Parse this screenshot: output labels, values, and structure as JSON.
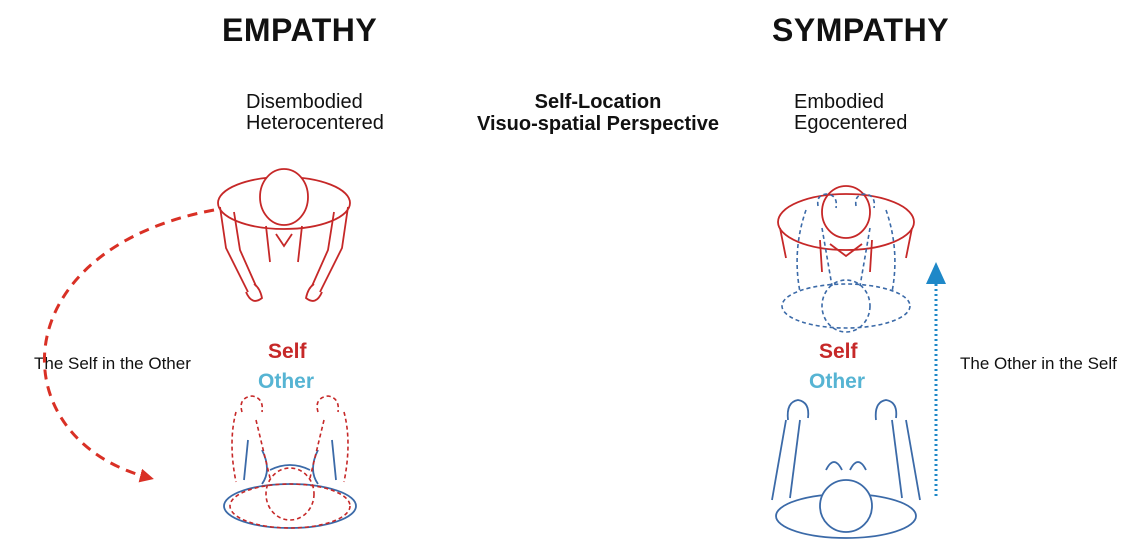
{
  "empathy": {
    "title": "EMPATHY",
    "line1": "Disembodied",
    "line2": "Heterocentered",
    "self_label": "Self",
    "other_label": "Other",
    "arrow_label": "The Self in the Other"
  },
  "center": {
    "line1": "Self-Location",
    "line2": "Visuo-spatial Perspective"
  },
  "sympathy": {
    "title": "SYMPATHY",
    "line1": "Embodied",
    "line2": "Egocentered",
    "self_label": "Self",
    "other_label": "Other",
    "arrow_label": "The Other in the Self"
  },
  "colors": {
    "self": "#c62828",
    "other": "#3b6aa8",
    "other_label": "#56b4d3",
    "sympathy_arrow": "#1e88c8"
  }
}
